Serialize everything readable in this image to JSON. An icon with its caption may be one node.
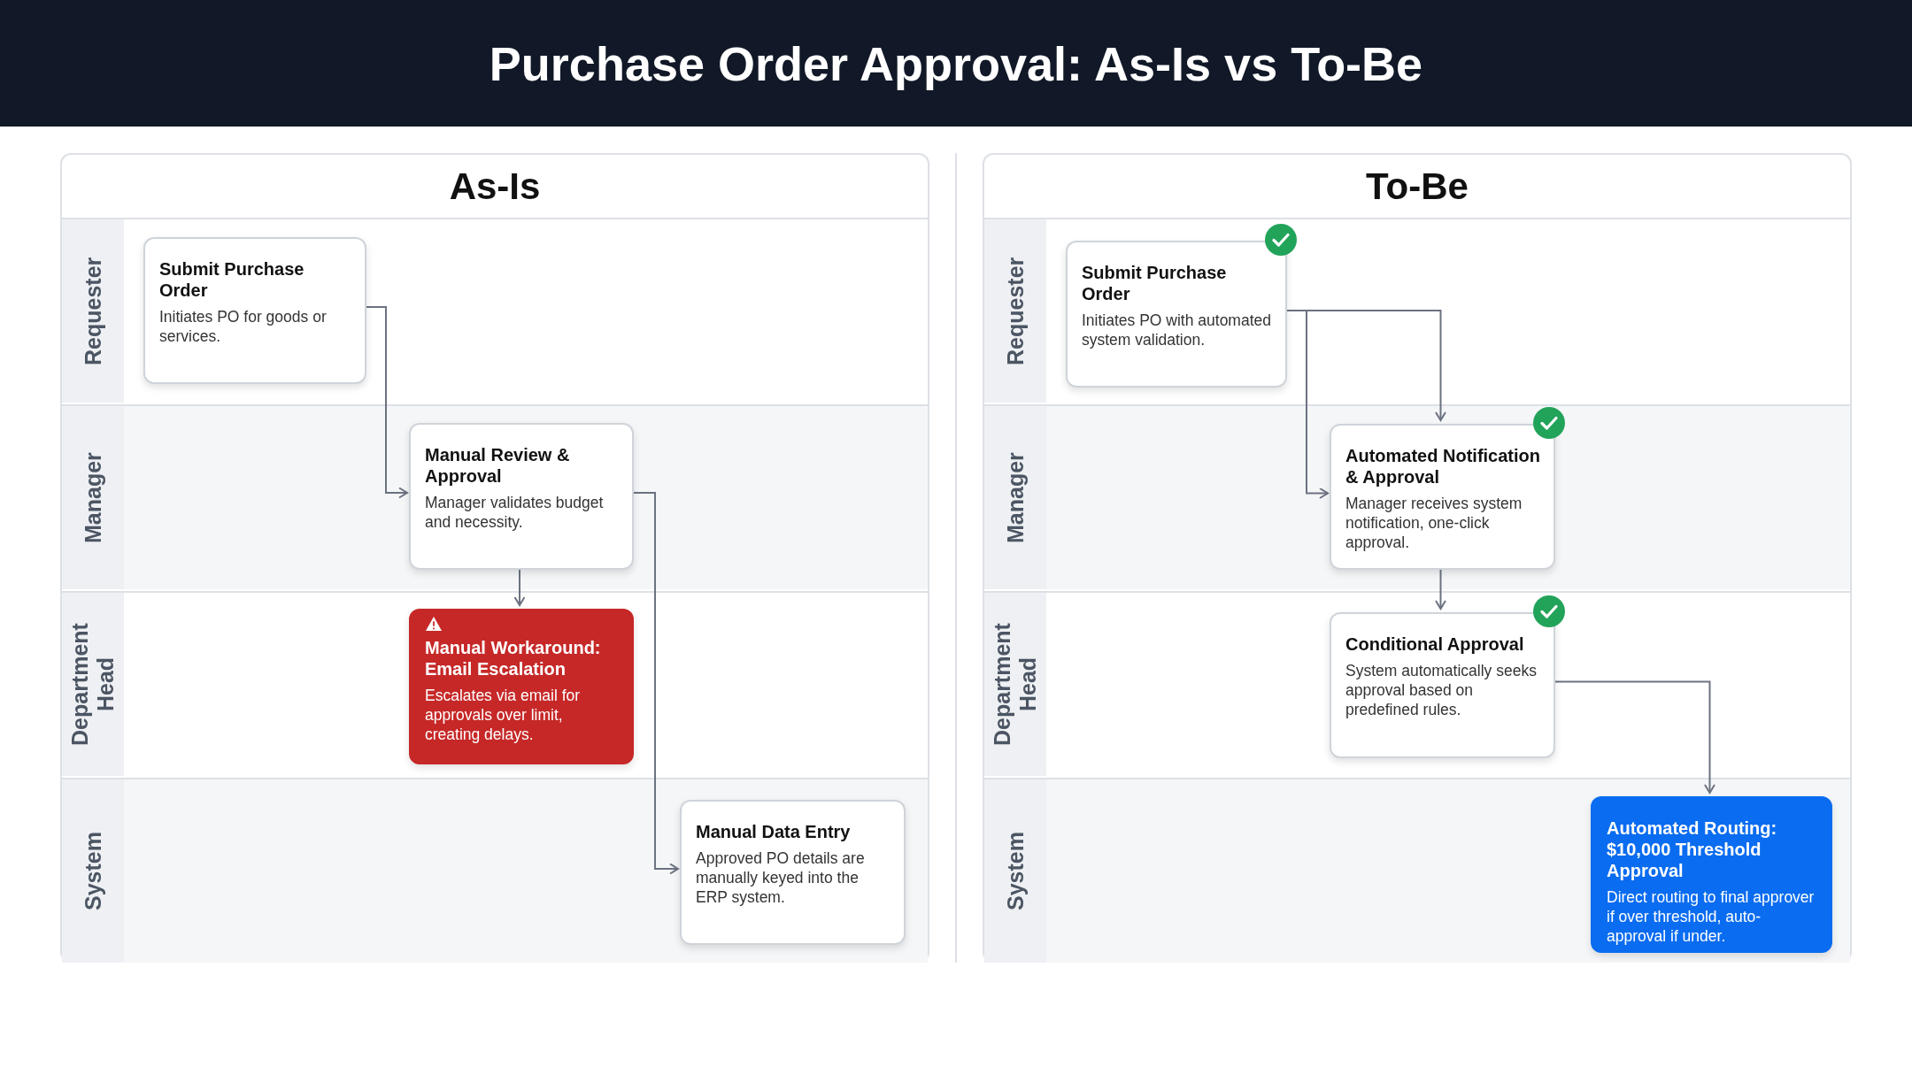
{
  "diagram": {
    "title": "Purchase Order Approval: As-Is vs To-Be",
    "nodes": [
      {
        "text": [
          "As-Is"
        ]
      },
      {
        "text": [
          "Requester"
        ],
        "in": 0
      },
      {
        "text": [
          "Manager"
        ],
        "in": 0
      },
      {
        "text": [
          "Department Head"
        ],
        "in": 0
      },
      {
        "text": [
          "System"
        ],
        "in": 0
      },
      {
        "text": [
          "Submit Purchase Order",
          "Initiates PO for goods or services."
        ],
        "in": 1
      },
      {
        "text": [
          "Manual Review & Approval",
          "Manager validates budget and necessity."
        ],
        "in": 2
      },
      {
        "text": [
          "Manual Workaround: Email Escalation",
          "Escalates via email for approvals over limit, creating delays."
        ],
        "in": 3
      },
      {
        "text": [
          "Manual Data Entry",
          "Approved PO details are manually keyed into the ERP system."
        ],
        "in": 4
      },
      {
        "text": [
          "To-Be"
        ]
      },
      {
        "text": [
          "Requester"
        ],
        "in": 9
      },
      {
        "text": [
          "Manager"
        ],
        "in": 9
      },
      {
        "text": [
          "Department Head"
        ],
        "in": 9
      },
      {
        "text": [
          "System"
        ],
        "in": 9
      },
      {
        "text": [
          "Submit Purchase Order",
          "Initiates PO with automated system validation."
        ],
        "in": 10
      },
      {
        "text": [
          "Automated Notification & Approval",
          "Manager receives system notification, one-click approval."
        ],
        "in": 11
      },
      {
        "text": [
          "Conditional Approval",
          "System automatically seeks approval based on predefined rules."
        ],
        "in": 12
      },
      {
        "text": [
          "Automated Routing: $10,000 Threshold Approval",
          "Direct routing to final approver if over threshold, auto-approval if under."
        ],
        "in": 13
      }
    ],
    "edges": [
      {
        "from": 5,
        "to": 6,
        "arrow": "to"
      },
      {
        "from": 6,
        "to": 7,
        "arrow": "to"
      },
      {
        "from": 6,
        "to": 8,
        "arrow": "to"
      },
      {
        "from": 14,
        "to": 15,
        "arrow": "to"
      },
      {
        "from": 14,
        "to": 15,
        "arrow": "to"
      },
      {
        "from": 15,
        "to": 16,
        "arrow": "to"
      },
      {
        "from": 16,
        "to": 17,
        "arrow": "to"
      }
    ]
  }
}
